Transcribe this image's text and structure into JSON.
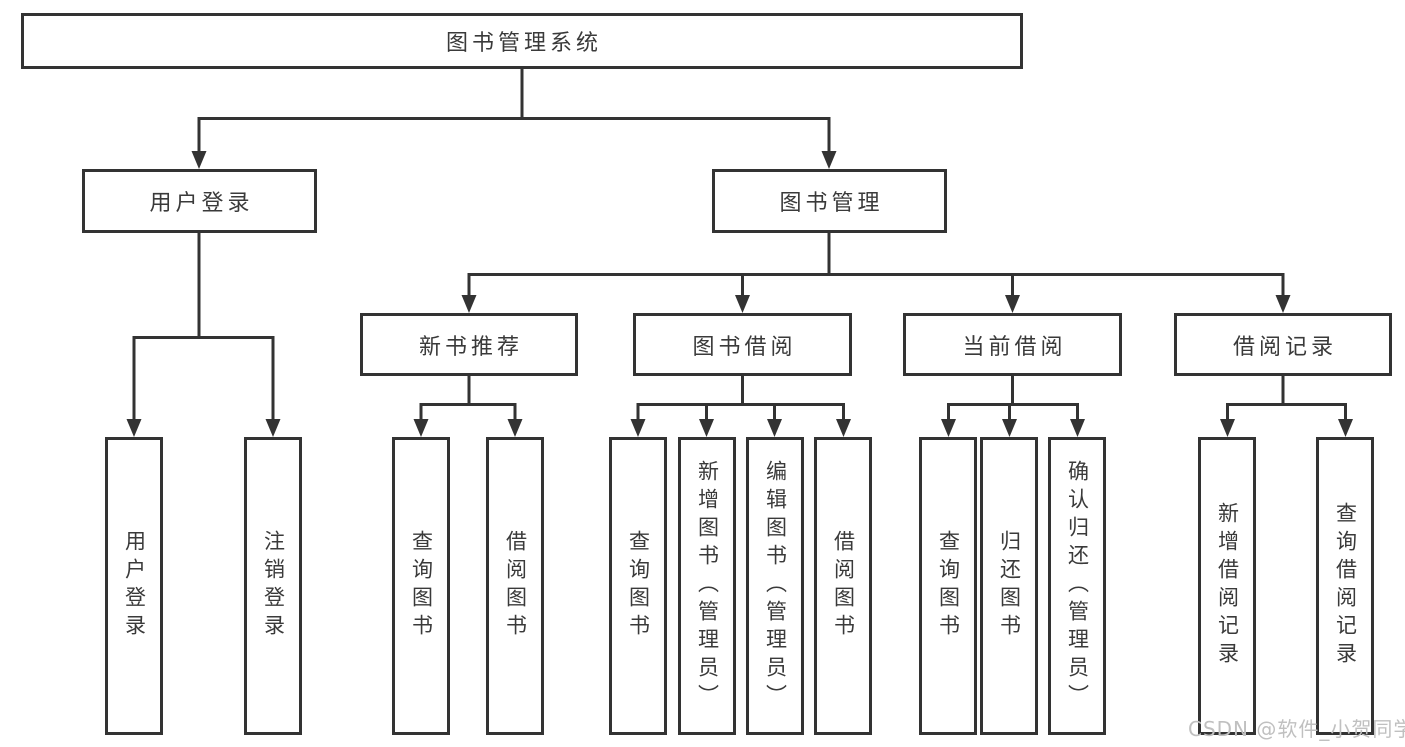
{
  "root": {
    "label": "图书管理系统"
  },
  "level2": {
    "user_login": {
      "label": "用户登录"
    },
    "book_mgmt": {
      "label": "图书管理"
    }
  },
  "level3": {
    "new_books": {
      "label": "新书推荐"
    },
    "book_borrow": {
      "label": "图书借阅"
    },
    "current_borrow": {
      "label": "当前借阅"
    },
    "borrow_records": {
      "label": "借阅记录"
    }
  },
  "leaves": [
    {
      "label": "用户登录"
    },
    {
      "label": "注销登录"
    },
    {
      "label": "查询图书"
    },
    {
      "label": "借阅图书"
    },
    {
      "label": "查询图书"
    },
    {
      "label": "新增图书（管理员）"
    },
    {
      "label": "编辑图书（管理员）"
    },
    {
      "label": "借阅图书"
    },
    {
      "label": "查询图书"
    },
    {
      "label": "归还图书"
    },
    {
      "label": "确认归还（管理员）"
    },
    {
      "label": "新增借阅记录"
    },
    {
      "label": "查询借阅记录"
    }
  ],
  "watermark": {
    "text": "CSDN @软件_小贺同学"
  },
  "colors": {
    "line": "#333333",
    "text": "#3a3a3a",
    "watermark": "#c0c0c0",
    "background": "#ffffff"
  }
}
